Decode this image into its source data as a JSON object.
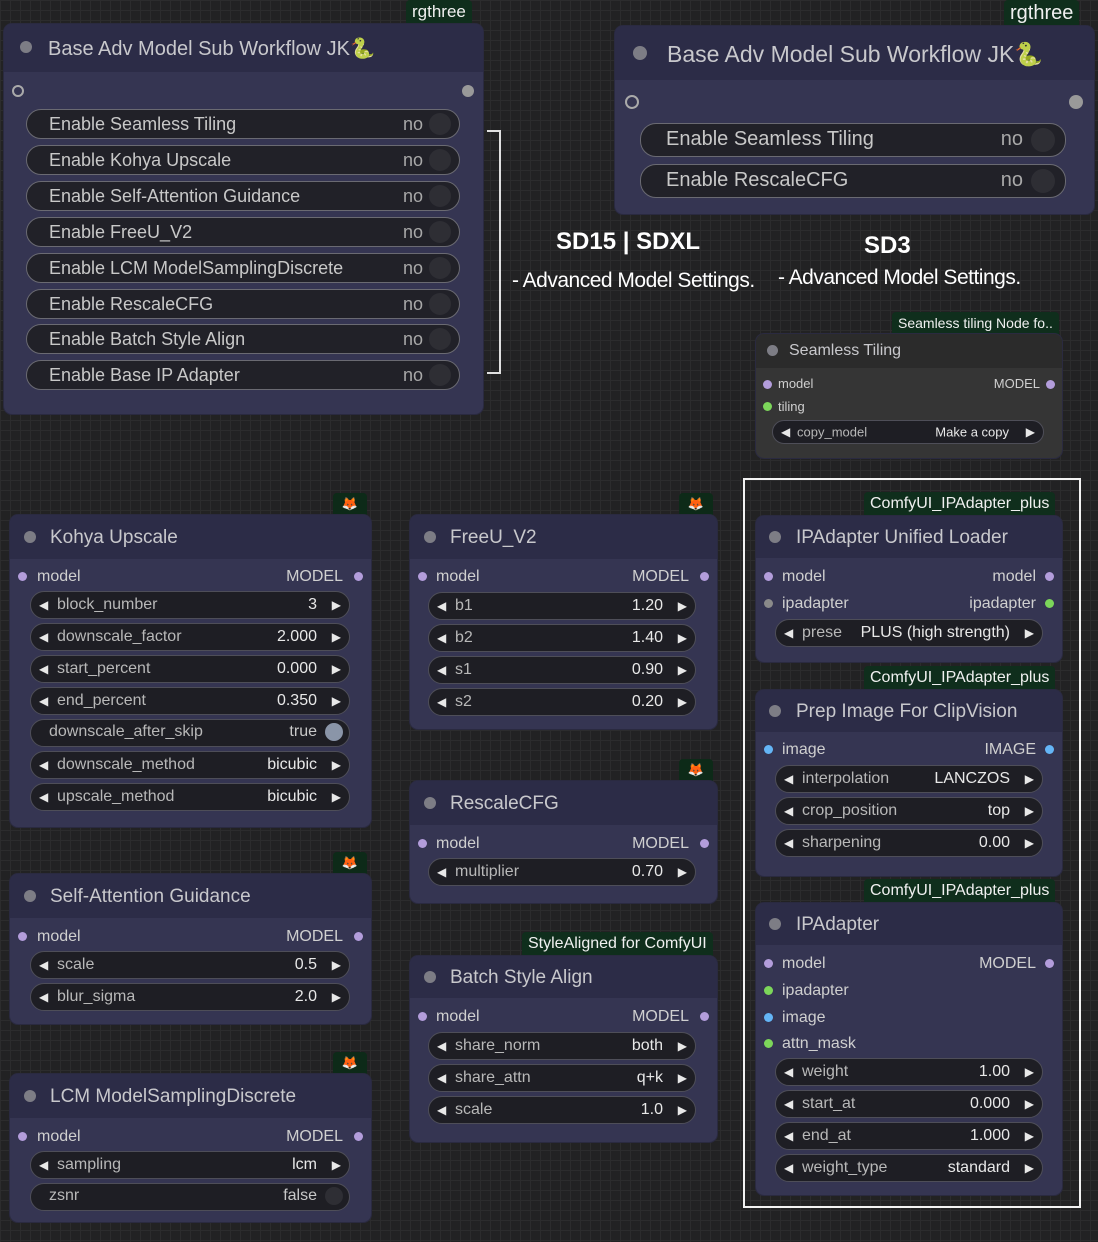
{
  "top_left": {
    "tag": "rgthree",
    "title": "Base Adv Model Sub Workflow JK🐍",
    "toggles": [
      {
        "label": "Enable Seamless Tiling",
        "value": "no"
      },
      {
        "label": "Enable Kohya Upscale",
        "value": "no"
      },
      {
        "label": "Enable Self-Attention Guidance",
        "value": "no"
      },
      {
        "label": "Enable FreeU_V2",
        "value": "no"
      },
      {
        "label": "Enable LCM ModelSamplingDiscrete",
        "value": "no"
      },
      {
        "label": "Enable RescaleCFG",
        "value": "no"
      },
      {
        "label": "Enable Batch Style Align",
        "value": "no"
      },
      {
        "label": "Enable Base IP Adapter",
        "value": "no"
      }
    ]
  },
  "top_right": {
    "tag": "rgthree",
    "title": "Base Adv Model Sub Workflow JK🐍",
    "toggles": [
      {
        "label": "Enable Seamless Tiling",
        "value": "no"
      },
      {
        "label": "Enable RescaleCFG",
        "value": "no"
      }
    ]
  },
  "notes": {
    "sd15_heading": "SD15 | SDXL",
    "sd15_sub": "- Advanced Model Settings.",
    "sd3_heading": "SD3",
    "sd3_sub": "- Advanced Model Settings."
  },
  "seamless": {
    "tag": "Seamless tiling Node fo..",
    "title": "Seamless Tiling",
    "in_model": "model",
    "out_model": "MODEL",
    "in_tiling": "tiling",
    "copy_label": "copy_model",
    "copy_value": "Make a copy"
  },
  "kohya": {
    "title": "Kohya Upscale",
    "in": "model",
    "out": "MODEL",
    "widgets": [
      {
        "label": "block_number",
        "value": "3"
      },
      {
        "label": "downscale_factor",
        "value": "2.000"
      },
      {
        "label": "start_percent",
        "value": "0.000"
      },
      {
        "label": "end_percent",
        "value": "0.350"
      }
    ],
    "toggle": {
      "label": "downscale_after_skip",
      "value": "true"
    },
    "widgets2": [
      {
        "label": "downscale_method",
        "value": "bicubic"
      },
      {
        "label": "upscale_method",
        "value": "bicubic"
      }
    ]
  },
  "sag": {
    "title": "Self-Attention Guidance",
    "in": "model",
    "out": "MODEL",
    "widgets": [
      {
        "label": "scale",
        "value": "0.5"
      },
      {
        "label": "blur_sigma",
        "value": "2.0"
      }
    ]
  },
  "lcm": {
    "title": "LCM ModelSamplingDiscrete",
    "in": "model",
    "out": "MODEL",
    "widgets": [
      {
        "label": "sampling",
        "value": "lcm"
      }
    ],
    "toggle": {
      "label": "zsnr",
      "value": "false"
    }
  },
  "freeu": {
    "title": "FreeU_V2",
    "in": "model",
    "out": "MODEL",
    "widgets": [
      {
        "label": "b1",
        "value": "1.20"
      },
      {
        "label": "b2",
        "value": "1.40"
      },
      {
        "label": "s1",
        "value": "0.90"
      },
      {
        "label": "s2",
        "value": "0.20"
      }
    ]
  },
  "rescale": {
    "title": "RescaleCFG",
    "in": "model",
    "out": "MODEL",
    "widgets": [
      {
        "label": "multiplier",
        "value": "0.70"
      }
    ]
  },
  "batch": {
    "tag": "StyleAligned for ComfyUI",
    "title": "Batch Style Align",
    "in": "model",
    "out": "MODEL",
    "widgets": [
      {
        "label": "share_norm",
        "value": "both"
      },
      {
        "label": "share_attn",
        "value": "q+k"
      },
      {
        "label": "scale",
        "value": "1.0"
      }
    ]
  },
  "ipa_loader": {
    "tag": "ComfyUI_IPAdapter_plus",
    "title": "IPAdapter Unified Loader",
    "in1": "model",
    "out1": "model",
    "in2": "ipadapter",
    "out2": "ipadapter",
    "preset_label": "prese",
    "preset_value": "PLUS (high strength)"
  },
  "prep": {
    "tag": "ComfyUI_IPAdapter_plus",
    "title": "Prep Image For ClipVision",
    "in": "image",
    "out": "IMAGE",
    "widgets": [
      {
        "label": "interpolation",
        "value": "LANCZOS"
      },
      {
        "label": "crop_position",
        "value": "top"
      },
      {
        "label": "sharpening",
        "value": "0.00"
      }
    ]
  },
  "ipa": {
    "tag": "ComfyUI_IPAdapter_plus",
    "title": "IPAdapter",
    "in_model": "model",
    "out": "MODEL",
    "in_ipadapter": "ipadapter",
    "in_image": "image",
    "in_mask": "attn_mask",
    "widgets": [
      {
        "label": "weight",
        "value": "1.00"
      },
      {
        "label": "start_at",
        "value": "0.000"
      },
      {
        "label": "end_at",
        "value": "1.000"
      },
      {
        "label": "weight_type",
        "value": "standard"
      }
    ]
  },
  "colors": {
    "node_bg": "#353552",
    "title_bg": "#2c2c47",
    "model_port": "#b39ddb",
    "tiling_port": "#7cd65a",
    "image_port": "#64b5f6",
    "ipadapter_port": "#7cd65a"
  }
}
